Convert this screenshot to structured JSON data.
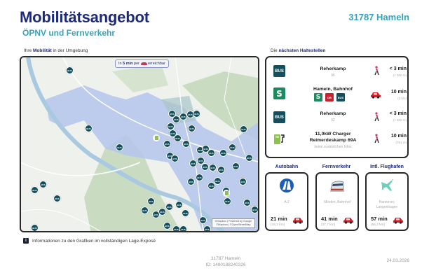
{
  "header": {
    "title": "Mobilitätsangebot",
    "subtitle": "ÖPNV und Fernverkehr",
    "location": "31787 Hameln"
  },
  "map_section": {
    "label_prefix": "Ihre ",
    "label_bold": "Mobilität",
    "label_suffix": " in der Umgebung",
    "badge_prefix": "In ",
    "badge_bold": "5 min",
    "badge_mid": " per ",
    "badge_suffix": " erreichbar",
    "attribution_line1": "©Mapbox | Powered by Google",
    "attribution_line2": "©Mapbox | ©OpenStreetMap",
    "pin_label": "BUS"
  },
  "stops_section": {
    "label_prefix": "Die ",
    "label_bold": "nächsten Haltestellen",
    "stops": [
      {
        "type": "bus",
        "icon": "BUS",
        "name": "Reherkamp",
        "sub": "96",
        "mode": "walk",
        "time": "< 3 min",
        "dist": "(< 300 m)"
      },
      {
        "type": "sbahn",
        "icon": "S",
        "name": "Hameln, Bahnhof",
        "sub_icons": [
          "S",
          "DB",
          "BUS"
        ],
        "mode": "car",
        "time": "10 min",
        "dist": "(4 km)"
      },
      {
        "type": "bus",
        "icon": "BUS",
        "name": "Reherkamp",
        "sub": "92",
        "mode": "walk",
        "time": "< 3 min",
        "dist": "(< 300 m)"
      },
      {
        "type": "charger",
        "icon": "charger",
        "name_line1": "11,0kW Charger",
        "name_line2": "Reimerdeskamp  69A",
        "sub": "keine zusätzlichen Infos",
        "mode": "walk",
        "time": "10 min",
        "dist": "(751 m)"
      }
    ]
  },
  "cards": [
    {
      "title": "Autobahn",
      "icon": "autobahn-icon",
      "sub": "A 2",
      "time": "21 min",
      "dist": "(18,2 km)"
    },
    {
      "title": "Fernverkehr",
      "icon": "train-icon",
      "sub": "Minden, Bahnhof",
      "time": "41 min",
      "dist": "(37,7 km)"
    },
    {
      "title": "Intl. Flughafen",
      "icon": "airplane-icon",
      "sub": "Hannover, Langenhagen",
      "time": "57 min",
      "dist": "(65,2 km)"
    }
  ],
  "info_note": "Informationen zu den Grafiken im vollständigen Lage-Exposé",
  "info_icon": "i",
  "footer": {
    "location": "31787 Hameln",
    "id": "ID: 1480188240326",
    "date": "24.03.2026"
  },
  "colors": {
    "title": "#1d2a7a",
    "accent": "#36a2bd",
    "bus": "#134f5c",
    "sbahn": "#1c8a5e",
    "db": "#c8202f",
    "car": "#d3202a",
    "walk": "#c43a75",
    "isochrone": "#b4c6ec"
  }
}
